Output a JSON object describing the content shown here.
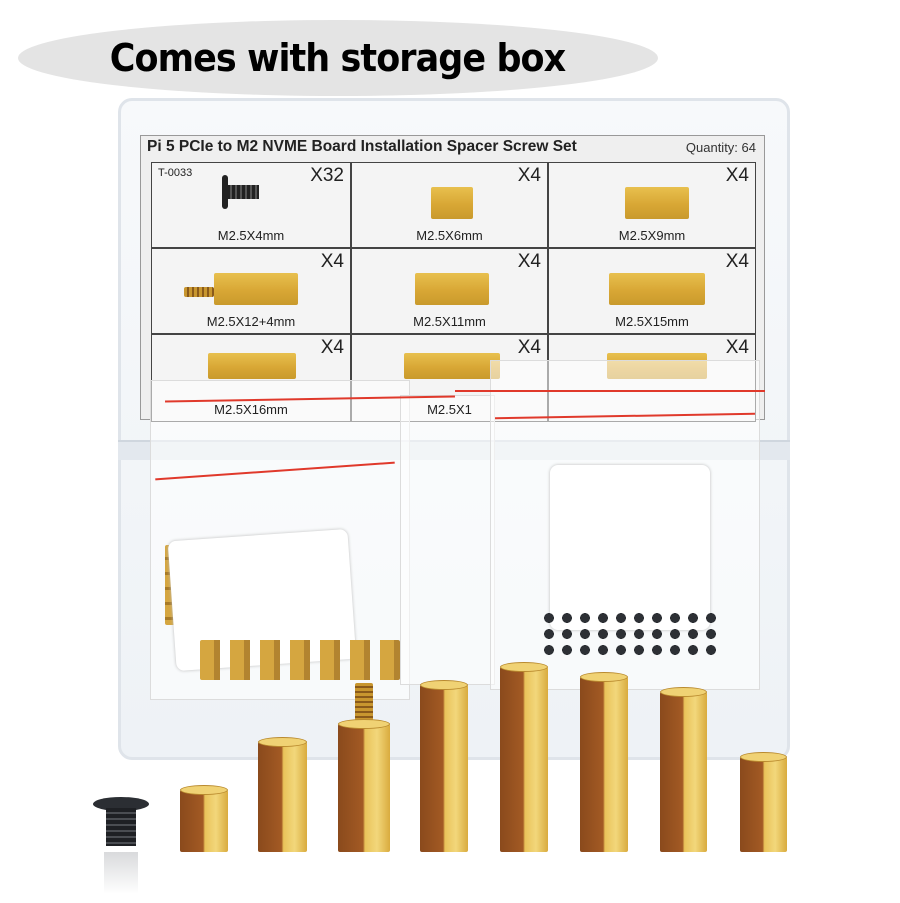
{
  "banner": {
    "text": "Comes with storage box"
  },
  "card": {
    "title": "Pi 5 PCIe to M2 NVME Board Installation Spacer Screw Set",
    "quantity": "Quantity: 64",
    "code": "T-0033",
    "cells": [
      {
        "count": "X32",
        "label": "M2.5X4mm",
        "kind": "screw"
      },
      {
        "count": "X4",
        "label": "M2.5X6mm",
        "kind": "spacer"
      },
      {
        "count": "X4",
        "label": "M2.5X9mm",
        "kind": "spacer"
      },
      {
        "count": "X4",
        "label": "M2.5X12+4mm",
        "kind": "standoff"
      },
      {
        "count": "X4",
        "label": "M2.5X11mm",
        "kind": "spacer"
      },
      {
        "count": "X4",
        "label": "M2.5X15mm",
        "kind": "spacer"
      },
      {
        "count": "X4",
        "label": "M2.5X16mm",
        "kind": "spacer"
      },
      {
        "count": "X4",
        "label": "M2.5X1",
        "kind": "spacer"
      },
      {
        "count": "X4",
        "label": "",
        "kind": "spacer"
      }
    ]
  },
  "colors": {
    "brass_dark": "#8a4a1c",
    "brass_light": "#f2d77b",
    "bag_seal": "#e0392b",
    "banner_bg": "#e4e4e4"
  }
}
